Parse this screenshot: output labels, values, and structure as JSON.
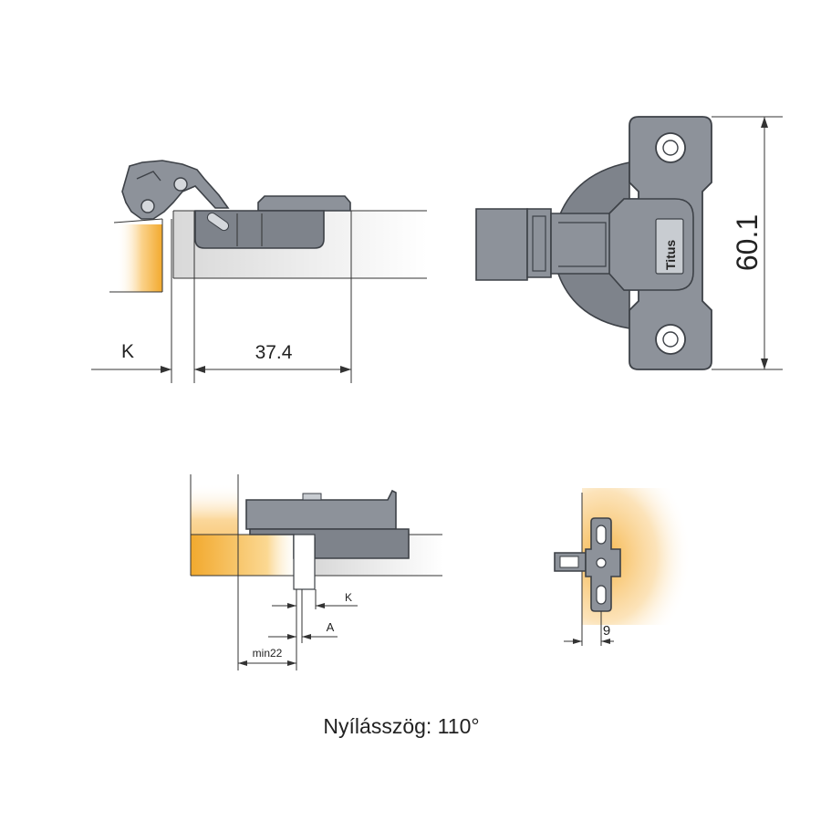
{
  "diagram": {
    "side_view": {
      "label_k": "K",
      "label_depth": "37.4"
    },
    "front_view": {
      "label_height": "60.1",
      "brand": "Titus"
    },
    "section_view": {
      "label_k": "K",
      "label_a": "A",
      "label_min": "min22"
    },
    "plate_view": {
      "label_offset": "9"
    },
    "caption": "Nyílásszög: 110°",
    "colors": {
      "metal": "#8d929a",
      "outline": "#3d4147",
      "wood": "#f2a92e",
      "board": "#e6e6e6"
    }
  }
}
